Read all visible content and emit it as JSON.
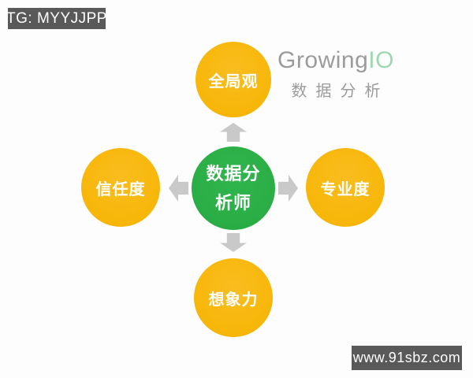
{
  "watermarks": {
    "top_left": "TG: MYYJJPP",
    "bottom_right": "www.91sbz.com",
    "bar_color": "#595959",
    "text_color": "#ffffff"
  },
  "logo": {
    "brand_gray": "Growing",
    "brand_green": "IO",
    "subtitle": "数据分析",
    "gray_color": "#9b9b9b",
    "green_color": "#9ed7b0"
  },
  "diagram": {
    "center": {
      "line1": "数据分",
      "line2": "析师",
      "color": "#2bad45",
      "text_color": "#ffffff"
    },
    "nodes": [
      {
        "id": "top",
        "label": "全局观",
        "color": "#f7b608"
      },
      {
        "id": "left",
        "label": "信任度",
        "color": "#f7b608"
      },
      {
        "id": "right",
        "label": "专业度",
        "color": "#f7b608"
      },
      {
        "id": "bottom",
        "label": "想象力",
        "color": "#f7b608"
      }
    ],
    "arrow_color": "#c9c9c9",
    "arrow_directions": [
      "up",
      "left",
      "right",
      "down"
    ]
  }
}
